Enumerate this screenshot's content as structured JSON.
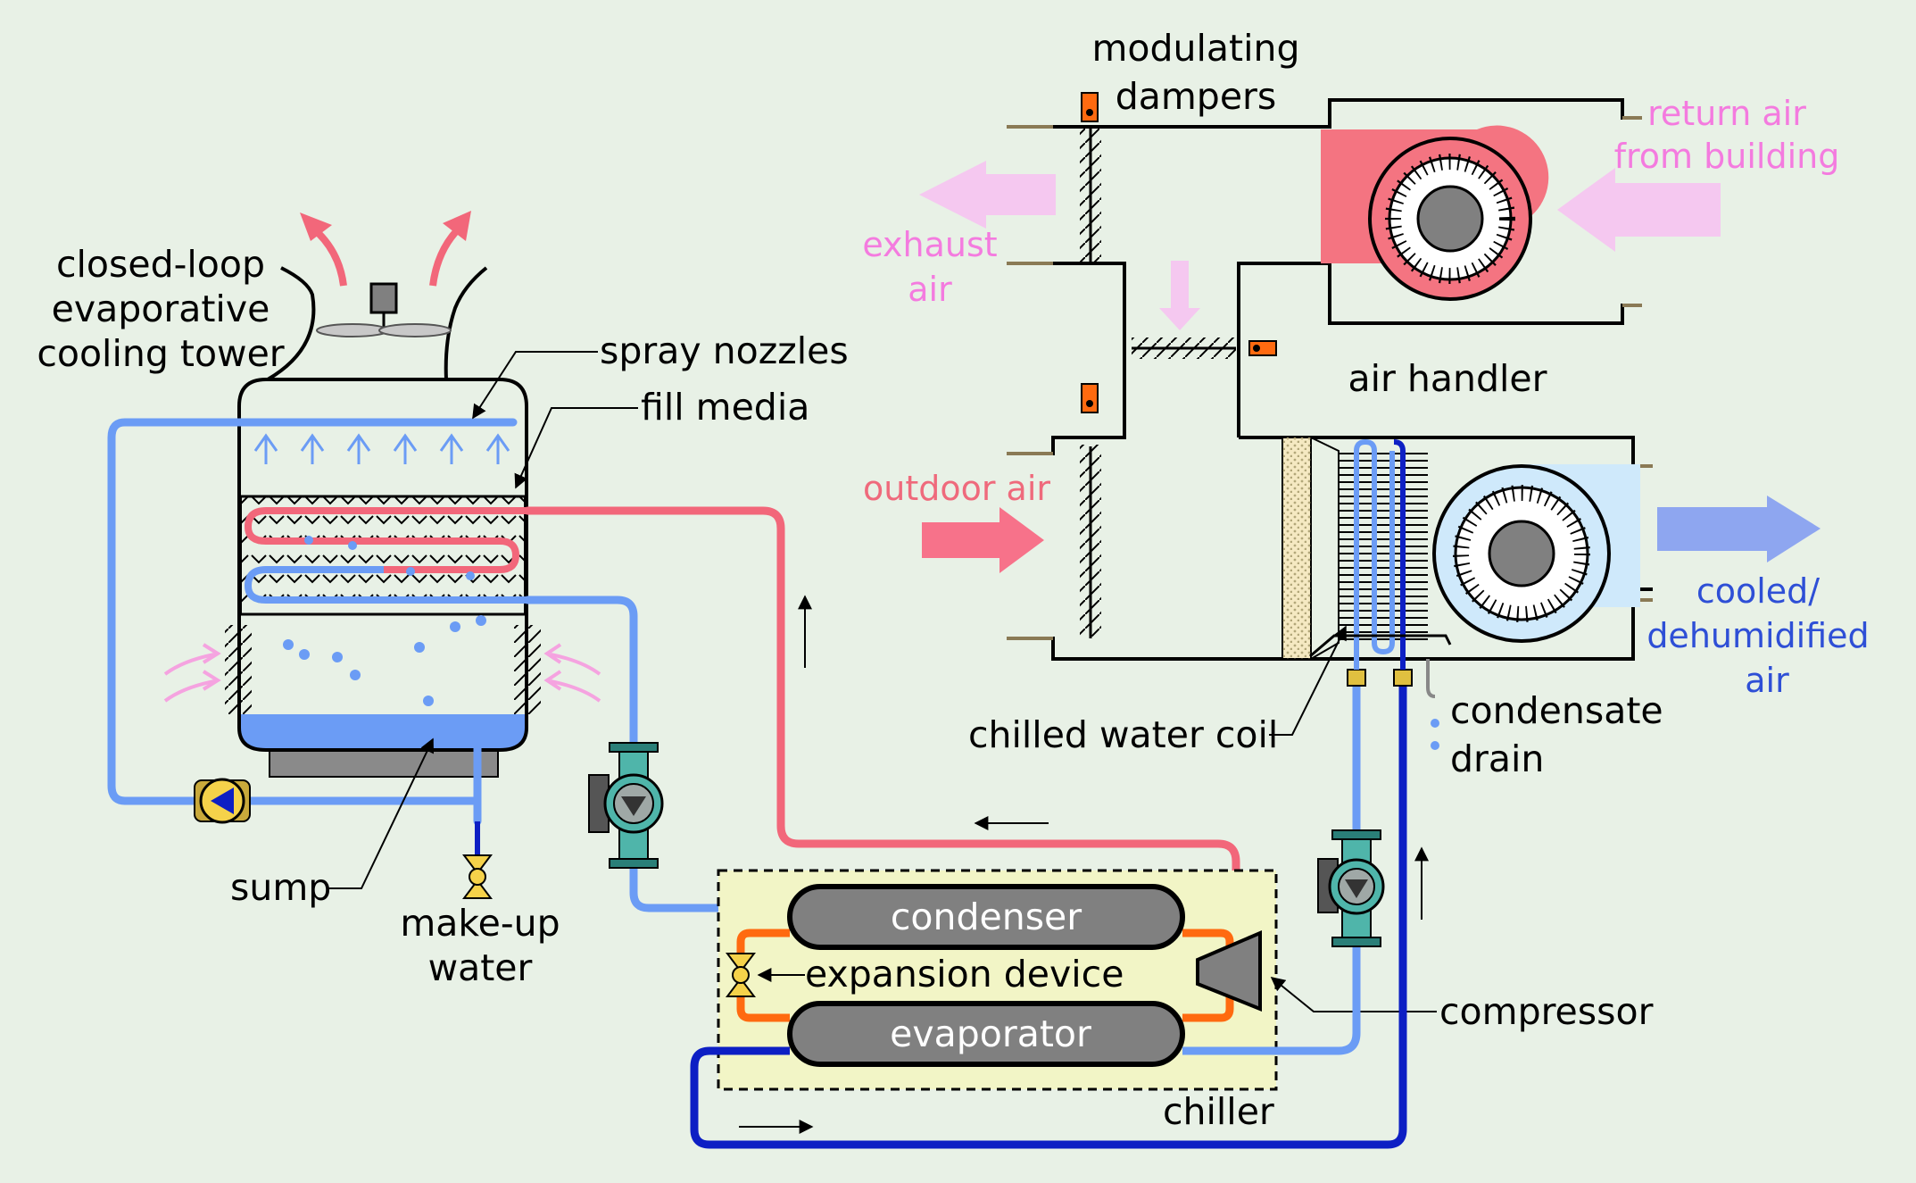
{
  "labels": {
    "cooling_tower": [
      "closed-loop",
      "evaporative",
      "cooling tower"
    ],
    "spray_nozzles": "spray nozzles",
    "fill_media": "fill media",
    "sump": "sump",
    "makeup_water": [
      "make-up",
      "water"
    ],
    "modulating_dampers": [
      "modulating",
      "dampers"
    ],
    "exhaust_air": [
      "exhaust",
      "air"
    ],
    "return_air": [
      "return air",
      "from building"
    ],
    "air_handler": "air handler",
    "outdoor_air": "outdoor air",
    "cooled_air": [
      "cooled/",
      "dehumidified",
      "air"
    ],
    "chilled_water_coil": "chilled water coil",
    "condensate_drain": [
      "condensate",
      "drain"
    ],
    "condenser": "condenser",
    "expansion_device": "expansion device",
    "evaporator": "evaporator",
    "compressor": "compressor",
    "chiller": "chiller"
  },
  "colors": {
    "background": "#e8f1e6",
    "hot_water": "#f2677a",
    "tower_water": "#6b9cf5",
    "chilled_supply": "#6b9cf5",
    "chilled_return": "#0d1fc4",
    "refrigerant": "#ff6a10",
    "chiller_box": "#f2f5c6",
    "component_gray": "#808080",
    "fan_housing_return": "#f47481",
    "fan_housing_supply": "#cfe9fb",
    "exhaust_arrow": "#f5c8f0",
    "outdoor_arrow": "#f7728a",
    "supply_arrow": "#8ea6f0"
  }
}
